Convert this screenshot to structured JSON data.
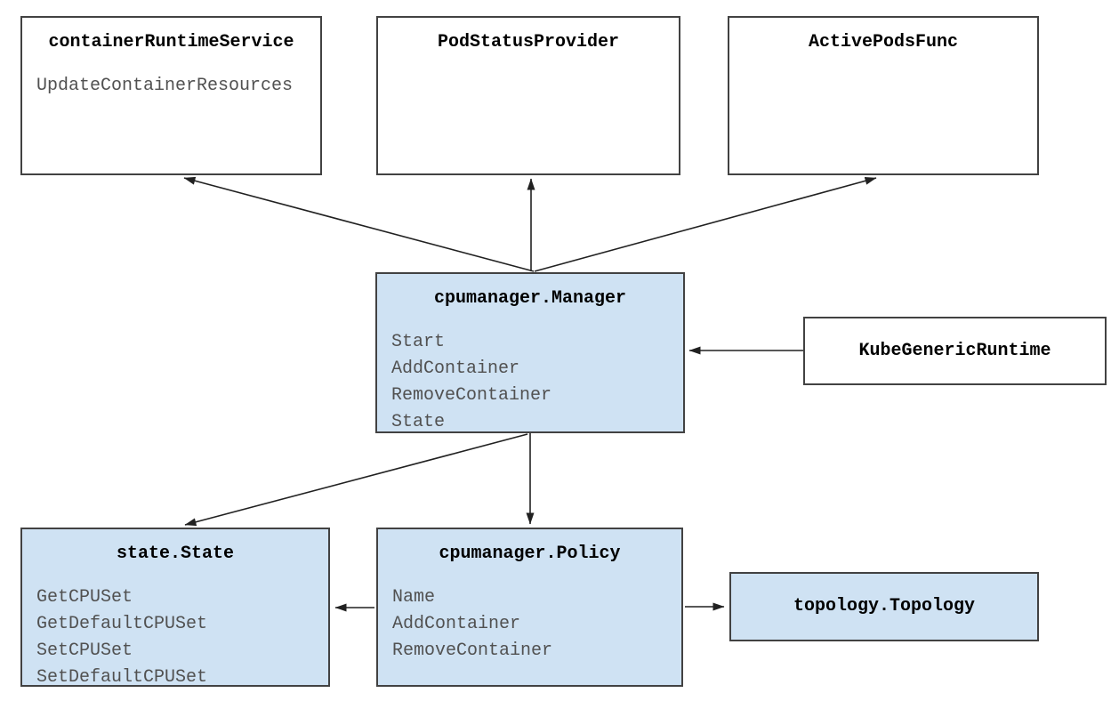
{
  "diagram": {
    "colors": {
      "highlight_fill": "#cfe2f3",
      "plain_fill": "#ffffff",
      "border": "#424242",
      "title": "#000000",
      "method": "#515151",
      "arrow": "#212121",
      "background": "#ffffff"
    },
    "nodes": [
      {
        "title": "containerRuntimeService",
        "methods": [
          "UpdateContainerResources"
        ],
        "style": "plain"
      },
      {
        "title": "PodStatusProvider",
        "methods": [],
        "style": "plain"
      },
      {
        "title": "ActivePodsFunc",
        "methods": [],
        "style": "plain"
      },
      {
        "title": "cpumanager.Manager",
        "methods": [
          "Start",
          "AddContainer",
          "RemoveContainer",
          "State"
        ],
        "style": "highlight"
      },
      {
        "title": "KubeGenericRuntime",
        "methods": [],
        "style": "plain"
      },
      {
        "title": "state.State",
        "methods": [
          "GetCPUSet",
          "GetDefaultCPUSet",
          "SetCPUSet",
          "SetDefaultCPUSet"
        ],
        "style": "highlight"
      },
      {
        "title": "cpumanager.Policy",
        "methods": [
          "Name",
          "AddContainer",
          "RemoveContainer"
        ],
        "style": "highlight"
      },
      {
        "title": "topology.Topology",
        "methods": [],
        "style": "highlight"
      }
    ],
    "edges": [
      {
        "from": "cpumanager.Manager",
        "to": "containerRuntimeService"
      },
      {
        "from": "cpumanager.Manager",
        "to": "PodStatusProvider"
      },
      {
        "from": "cpumanager.Manager",
        "to": "ActivePodsFunc"
      },
      {
        "from": "KubeGenericRuntime",
        "to": "cpumanager.Manager"
      },
      {
        "from": "cpumanager.Manager",
        "to": "state.State"
      },
      {
        "from": "cpumanager.Manager",
        "to": "cpumanager.Policy"
      },
      {
        "from": "cpumanager.Policy",
        "to": "state.State"
      },
      {
        "from": "cpumanager.Policy",
        "to": "topology.Topology"
      }
    ]
  }
}
